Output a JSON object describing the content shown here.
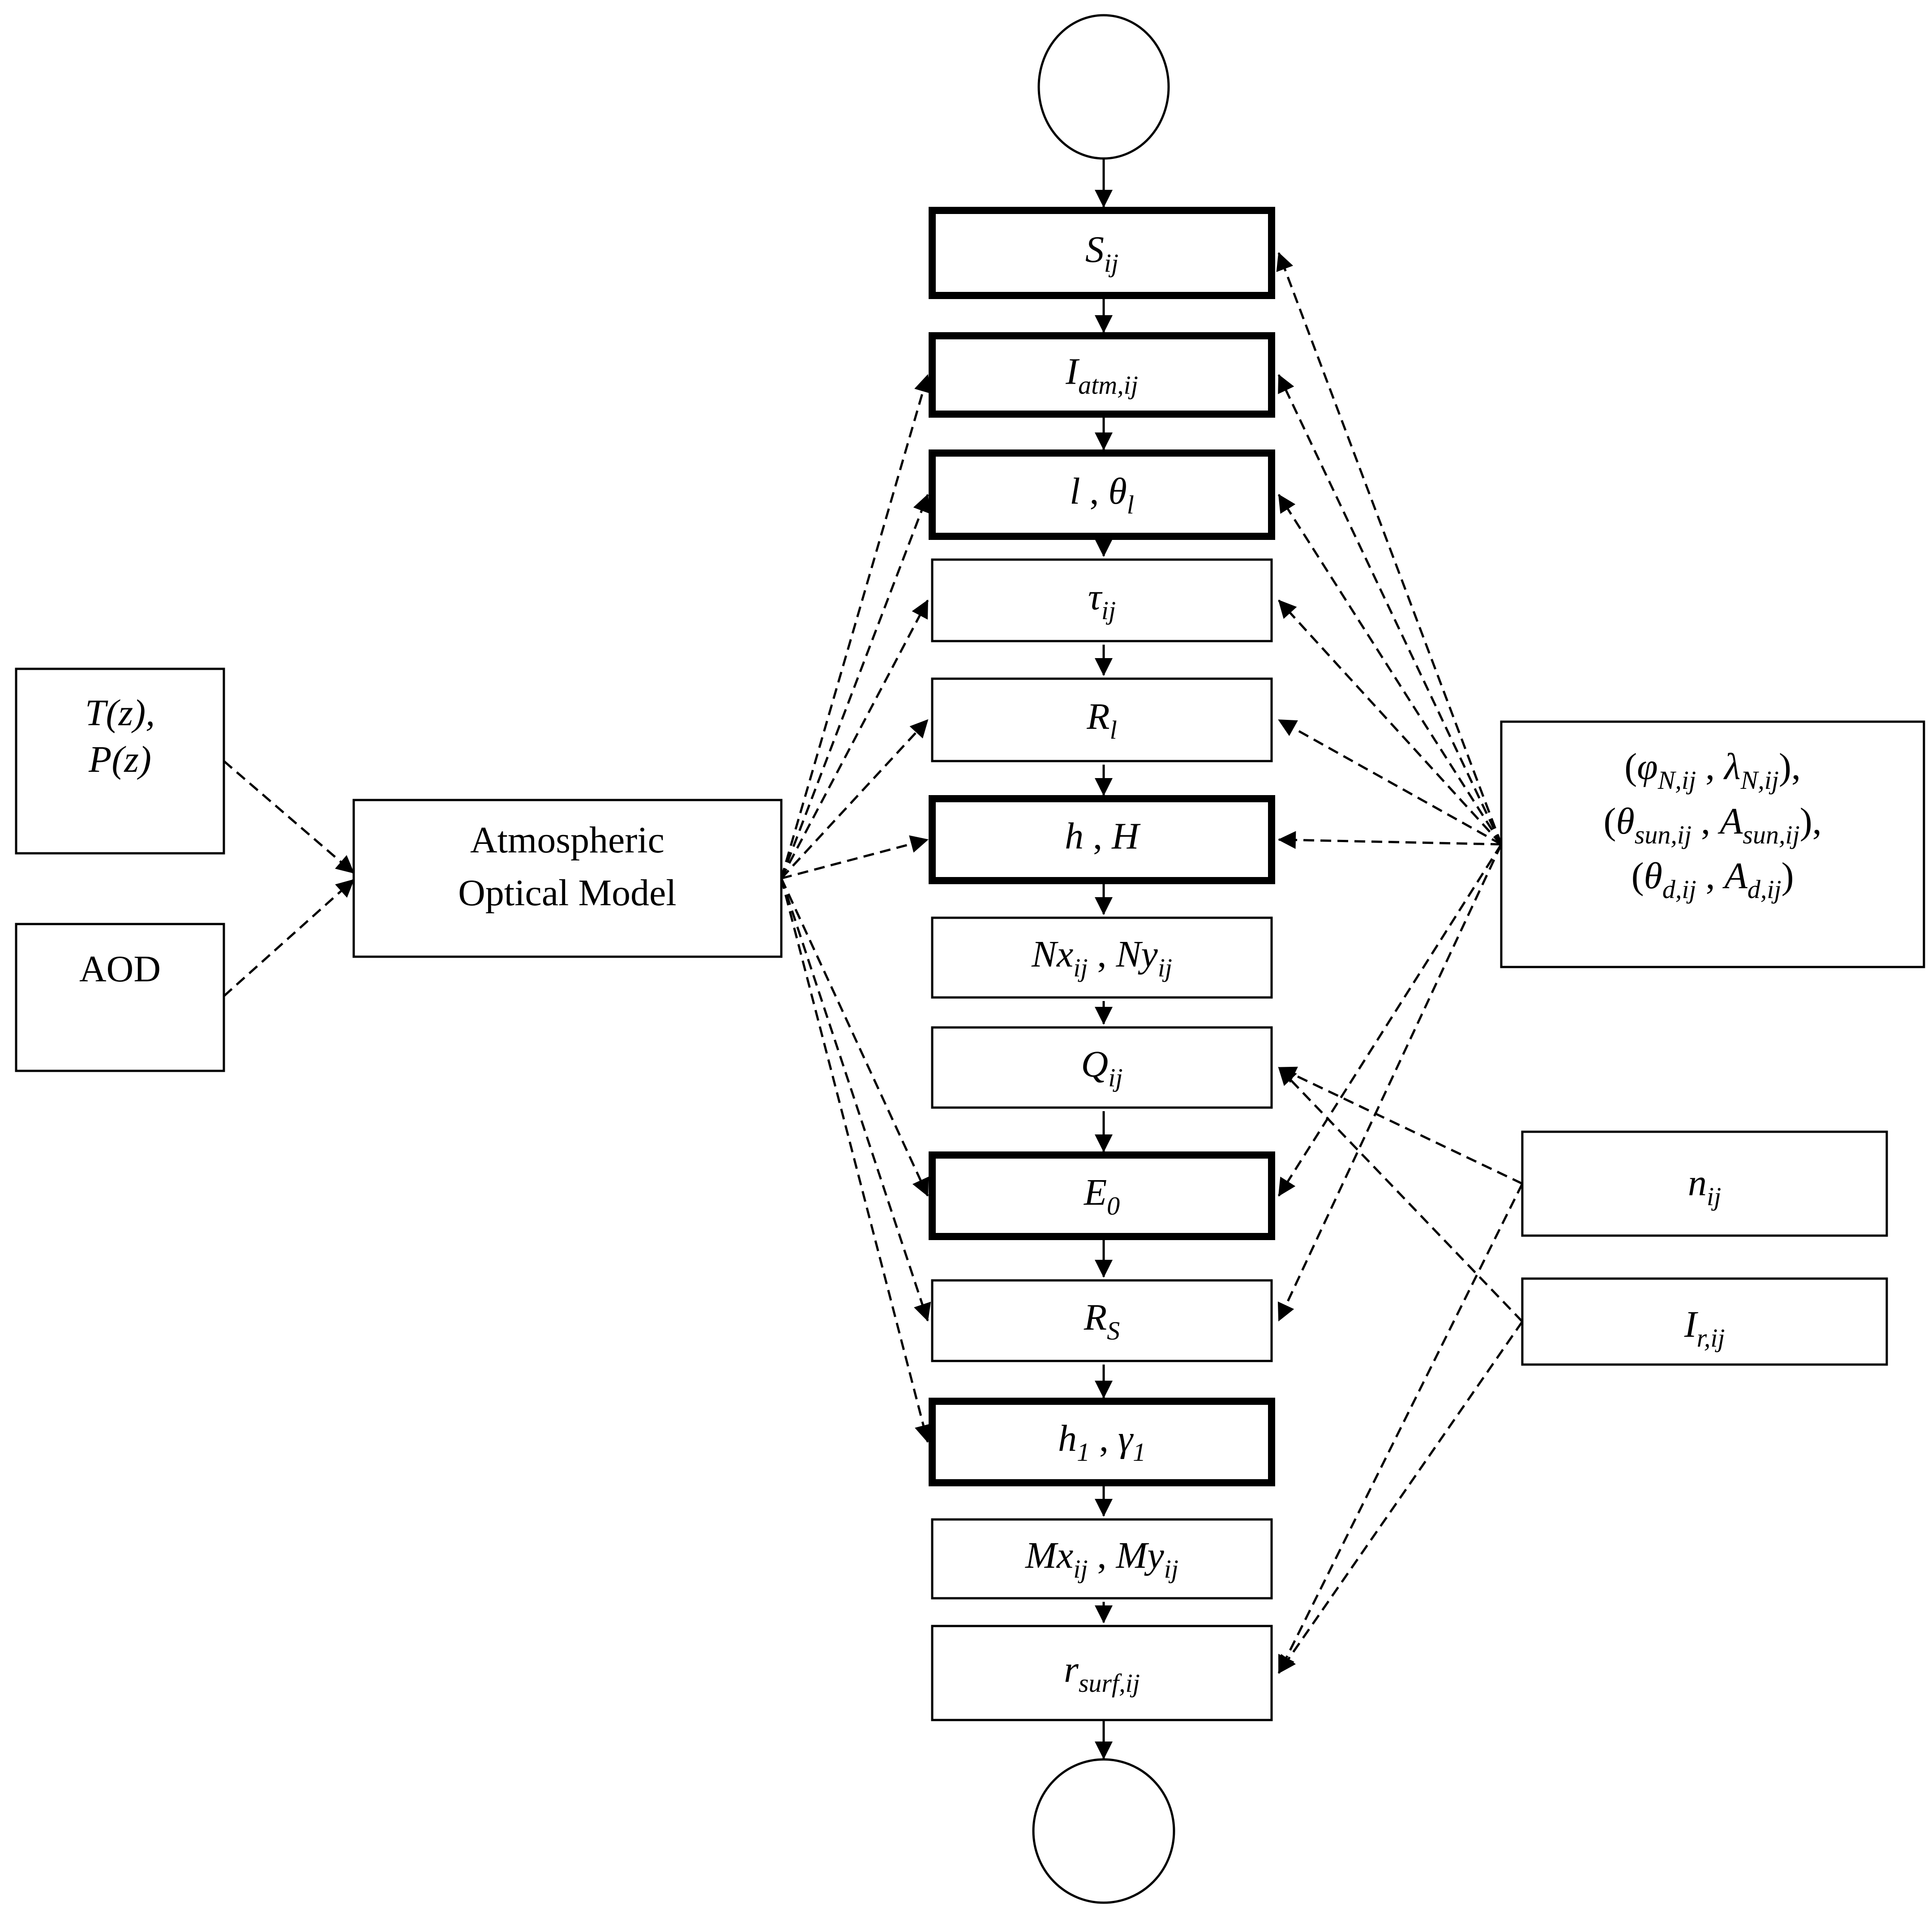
{
  "terminals": {
    "start": "",
    "end": ""
  },
  "steps": [
    {
      "id": "s",
      "bold": true,
      "label": [
        [
          "S",
          "it"
        ],
        [
          "ij",
          "sub"
        ]
      ]
    },
    {
      "id": "iatm",
      "bold": true,
      "label": [
        [
          "I",
          "it"
        ],
        [
          "atm,ij",
          "sub"
        ]
      ]
    },
    {
      "id": "l",
      "bold": true,
      "label": [
        [
          "l",
          "it"
        ],
        [
          " , ",
          ""
        ],
        [
          "θ",
          "it"
        ],
        [
          "l",
          "sub"
        ]
      ]
    },
    {
      "id": "tau",
      "bold": false,
      "label": [
        [
          "τ",
          "it"
        ],
        [
          "ij",
          "sub"
        ]
      ]
    },
    {
      "id": "rl",
      "bold": false,
      "label": [
        [
          "R",
          "it"
        ],
        [
          "l",
          "sub"
        ]
      ]
    },
    {
      "id": "hH",
      "bold": true,
      "label": [
        [
          "h",
          "it"
        ],
        [
          " , ",
          ""
        ],
        [
          "H",
          "it"
        ]
      ]
    },
    {
      "id": "nxy",
      "bold": false,
      "label": [
        [
          "Nx",
          "it"
        ],
        [
          "ij",
          "sub"
        ],
        [
          " , ",
          ""
        ],
        [
          "Ny",
          "it"
        ],
        [
          "ij",
          "sub"
        ]
      ]
    },
    {
      "id": "q",
      "bold": false,
      "label": [
        [
          "Q",
          "it"
        ],
        [
          "ij",
          "sub"
        ]
      ]
    },
    {
      "id": "e0",
      "bold": true,
      "label": [
        [
          "E",
          "it"
        ],
        [
          "0",
          "sub"
        ]
      ]
    },
    {
      "id": "rs",
      "bold": false,
      "label": [
        [
          "R",
          "it"
        ],
        [
          "S",
          "sub"
        ]
      ]
    },
    {
      "id": "h1",
      "bold": true,
      "label": [
        [
          "h",
          "it"
        ],
        [
          "1",
          "sub"
        ],
        [
          " , ",
          ""
        ],
        [
          "γ",
          "it"
        ],
        [
          "1",
          "sub"
        ]
      ]
    },
    {
      "id": "mxy",
      "bold": false,
      "label": [
        [
          "Mx",
          "it"
        ],
        [
          "ij",
          "sub"
        ],
        [
          " , ",
          ""
        ],
        [
          "My",
          "it"
        ],
        [
          "ij",
          "sub"
        ]
      ]
    },
    {
      "id": "rsurf",
      "bold": false,
      "label": [
        [
          "r",
          "it"
        ],
        [
          "surf,ij",
          "sub"
        ]
      ]
    }
  ],
  "inputs": {
    "tz_line1": "T(z),",
    "tz_line2": "P(z)",
    "aod": "AOD",
    "aom_line1": "Atmospheric",
    "aom_line2": "Optical Model"
  },
  "geometry_box": {
    "lines": [
      [
        [
          "(",
          ""
        ],
        [
          "φ",
          "it"
        ],
        [
          "N,ij",
          "sub"
        ],
        [
          " , ",
          ""
        ],
        [
          "λ",
          "it"
        ],
        [
          "N,ij",
          "sub"
        ],
        [
          "),",
          ""
        ]
      ],
      [
        [
          "(",
          ""
        ],
        [
          "θ",
          "it"
        ],
        [
          "sun,ij",
          "sub"
        ],
        [
          " , ",
          ""
        ],
        [
          "A",
          "it"
        ],
        [
          "sun,ij",
          "sub"
        ],
        [
          "),",
          ""
        ]
      ],
      [
        [
          "(",
          ""
        ],
        [
          "θ",
          "it"
        ],
        [
          "d,ij",
          "sub"
        ],
        [
          " , ",
          ""
        ],
        [
          "A",
          "it"
        ],
        [
          "d,ij",
          "sub"
        ],
        [
          ")",
          ""
        ]
      ]
    ]
  },
  "n_box": [
    [
      "n",
      "it"
    ],
    [
      "ij",
      "sub"
    ]
  ],
  "ir_box": [
    [
      "I",
      "it"
    ],
    [
      "r,ij",
      "sub"
    ]
  ]
}
